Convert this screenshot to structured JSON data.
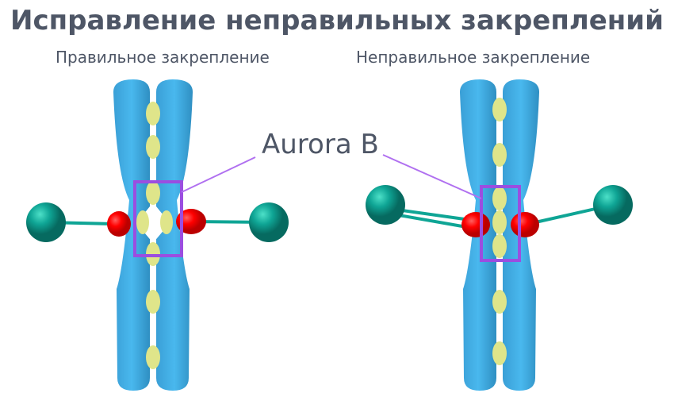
{
  "title": "Исправление неправильных закреплений",
  "left_label": "Правильное закрепление",
  "right_label": "Неправильное закрепление",
  "callout": "Aurora B",
  "colors": {
    "chromosome": "#35aee6",
    "cohesin": "#dfe58a",
    "kinetochore": "#e60a0a",
    "spindle": "#0fa595",
    "box": "#9b4ee0"
  }
}
